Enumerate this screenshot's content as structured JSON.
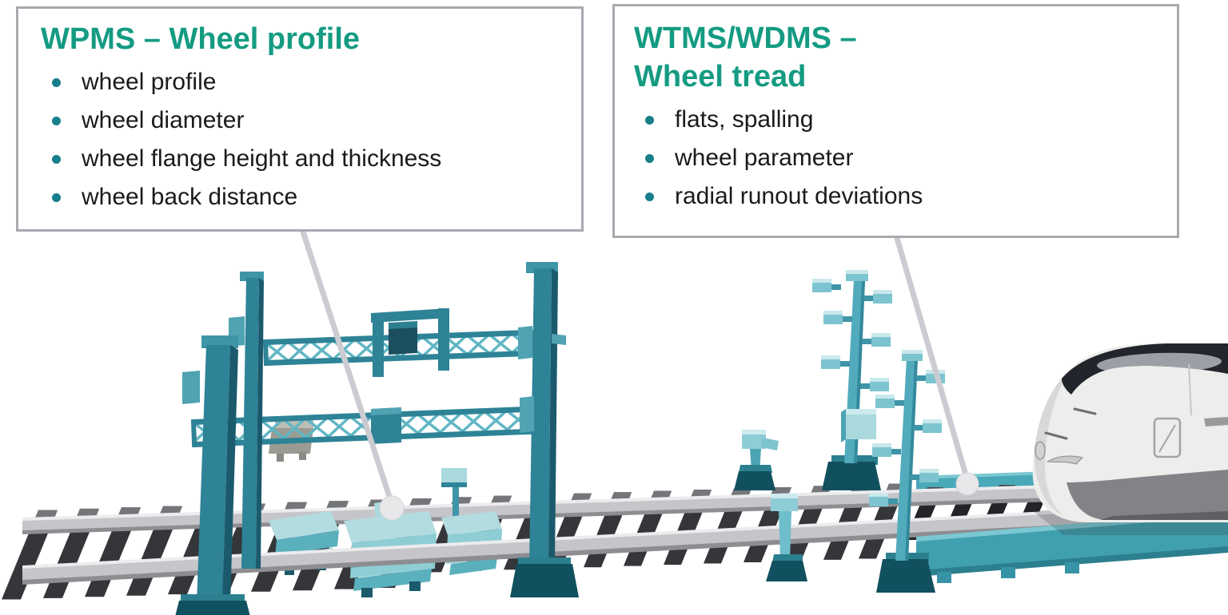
{
  "left_callout": {
    "title": "WPMS – Wheel profile",
    "items": [
      "wheel profile",
      "wheel diameter",
      "wheel flange height and thickness",
      "wheel back distance"
    ]
  },
  "right_callout": {
    "title_line1": "WTMS/WDMS –",
    "title_line2": "Wheel tread",
    "items": [
      "flats, spalling",
      "wheel parameter",
      "radial runout deviations"
    ]
  },
  "colors": {
    "heading_green": "#149b82",
    "bullet_dot": "#177f89",
    "body_text": "#1a1a1a",
    "box_border": "#a9a9b0",
    "callout_line": "#cbcbd1",
    "callout_marker": "#e8e8ea",
    "structure_teal": "#2e8396",
    "structure_dark": "#11505f",
    "equipment_light_cyan": "#a9d9dd",
    "mast_teal": "#51abbc",
    "rail_gray": "#c6c6ca",
    "sleeper_dark": "#34363a",
    "train_body": "#ededeb",
    "train_glass": "#22252b"
  },
  "scene": {
    "elements": [
      "railway-track",
      "measurement-gantry",
      "wheel-profile-measurement-units",
      "trackside-sensors",
      "sensor-masts",
      "high-speed-train-nose"
    ]
  }
}
